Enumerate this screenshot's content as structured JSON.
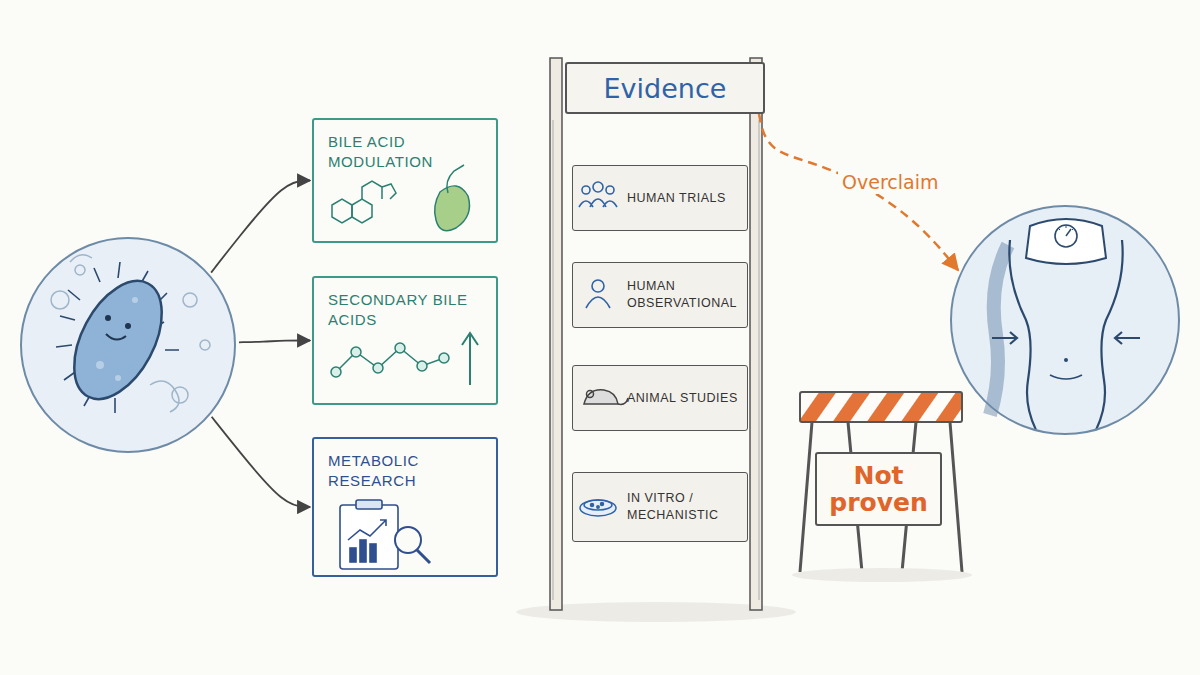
{
  "diagram": {
    "nodes": [
      {
        "text": []
      },
      {
        "text": [
          "BILE ACID MODULATION"
        ]
      },
      {
        "text": [
          "SECONDARY BILE ACIDS"
        ]
      },
      {
        "text": [
          "METABOLIC RESEARCH"
        ]
      },
      {
        "text": [
          "Evidence"
        ]
      },
      {
        "text": [
          "HUMAN TRIALS"
        ]
      },
      {
        "text": [
          "HUMAN OBSERVATIONAL"
        ]
      },
      {
        "text": [
          "ANIMAL STUDIES"
        ]
      },
      {
        "text": [
          "IN VITRO / MECHANISTIC"
        ]
      },
      {
        "text": [
          "Not proven"
        ]
      },
      {
        "text": []
      }
    ],
    "edges": [
      {
        "from": 0,
        "to": 1,
        "arrow": "to"
      },
      {
        "from": 0,
        "to": 2,
        "arrow": "to"
      },
      {
        "from": 0,
        "to": 3,
        "arrow": "to"
      },
      {
        "from": 4,
        "to": 10,
        "label": "Overclaim",
        "arrow": "to"
      }
    ]
  }
}
